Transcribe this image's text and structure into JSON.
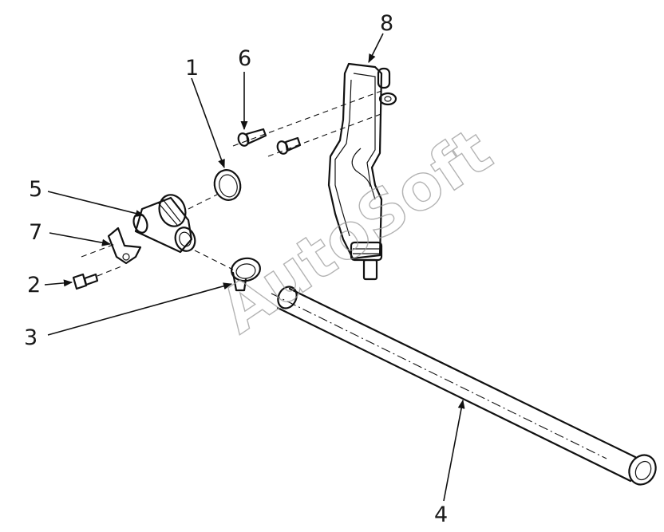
{
  "diagram": {
    "callouts": {
      "c1": "1",
      "c2": "2",
      "c3": "3",
      "c4": "4",
      "c5": "5",
      "c6": "6",
      "c7": "7",
      "c8": "8"
    },
    "watermark": "AutoSoft"
  }
}
